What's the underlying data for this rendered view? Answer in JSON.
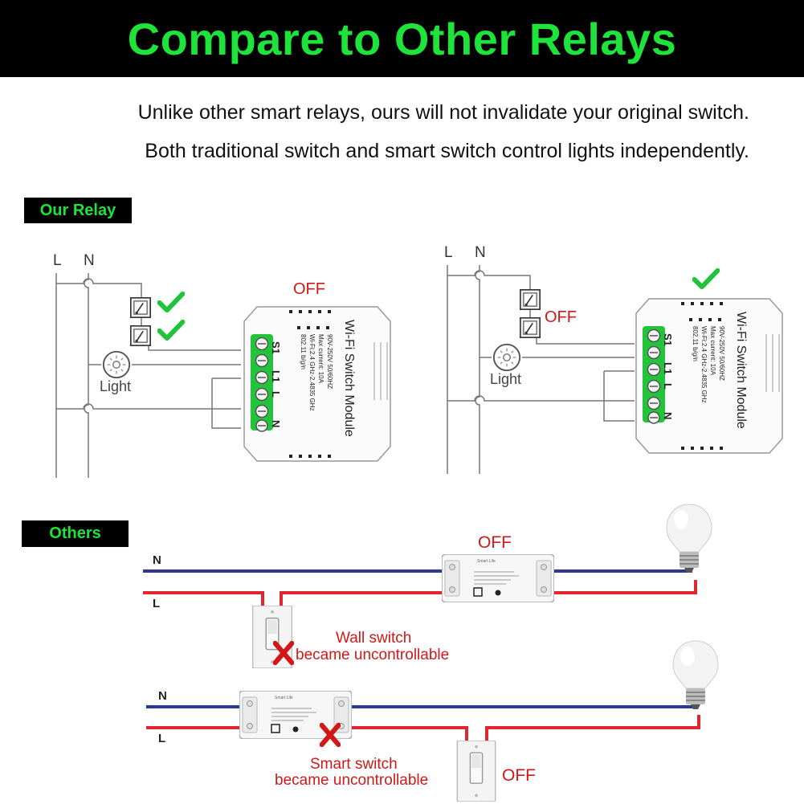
{
  "header": {
    "title": "Compare to Other Relays"
  },
  "intro": {
    "line1": "Unlike other smart relays, ours will not invalidate your original switch.",
    "line2": "Both traditional switch and smart switch control lights independently."
  },
  "sections": {
    "our_relay": "Our Relay",
    "others": "Others"
  },
  "wiring": {
    "live": "L",
    "neutral": "N"
  },
  "light_label": "Light",
  "state_off": "OFF",
  "module": {
    "title": "Wi-Fi Switch Module",
    "spec_voltage": "90V-250V  50/60HZ",
    "spec_current": "Max current: 10A",
    "spec_band": "Wi-Fi:2.4 GHz-2.4835 GHz",
    "spec_proto": "802.11 b/g/n",
    "terminals": [
      "S1",
      "L1",
      "L",
      "N"
    ]
  },
  "others_notes": {
    "wall_1": "Wall switch",
    "wall_2": "became uncontrollable",
    "smart_1": "Smart switch",
    "smart_2": "became uncontrollable"
  },
  "generic_relay_brand": "Smart Life",
  "colors": {
    "accent_green": "#1ee33a",
    "header_bg": "#000000",
    "warning_red": "#d01818",
    "neutral_wire": "#2b3990",
    "live_wire": "#e0262e"
  }
}
